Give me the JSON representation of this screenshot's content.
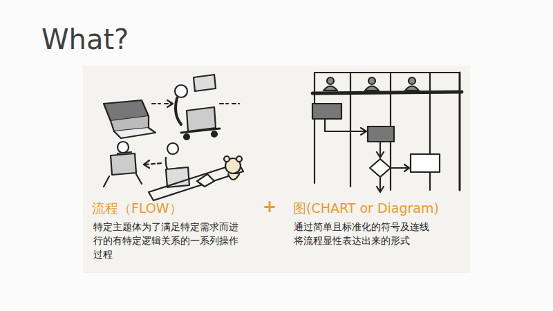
{
  "diagram": {
    "title": "What?",
    "labels": [
      "流程（FLOW）",
      "特定主题体为了满足特定需求而进行的有特定逻辑关系的一系列操作过程",
      "+",
      "图(CHART or Diagram)",
      "通过简单且标准化的符号及连线将流程显性表达出来的形式"
    ]
  }
}
